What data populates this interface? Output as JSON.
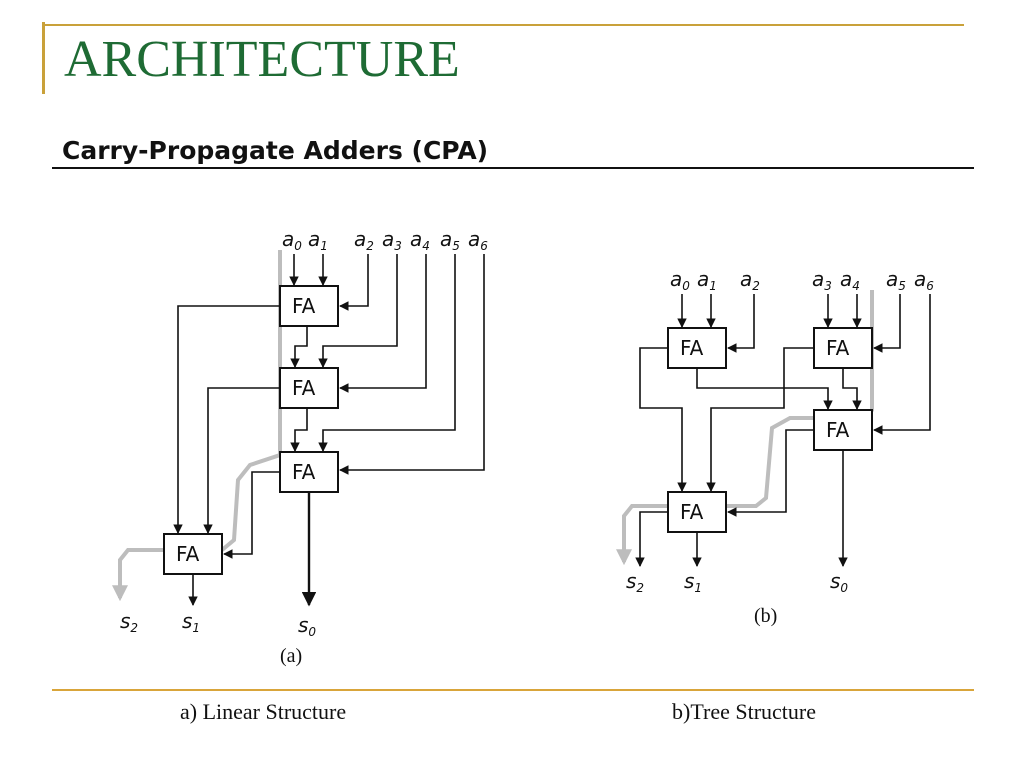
{
  "slide": {
    "title": "ARCHITECTURE",
    "subtitle": "Carry-Propagate Adders (CPA)",
    "caption_a": "a) Linear Structure",
    "caption_b": "b)Tree Structure"
  },
  "diagram": {
    "block_label": "FA",
    "input_base": "a",
    "output_base": "s",
    "panel_a": {
      "panel_label": "(a)",
      "inputs": [
        "0",
        "1",
        "2",
        "3",
        "4",
        "5",
        "6"
      ],
      "outputs": [
        "2",
        "1",
        "0"
      ]
    },
    "panel_b": {
      "panel_label": "(b)",
      "inputs": [
        "0",
        "1",
        "2",
        "3",
        "4",
        "5",
        "6"
      ],
      "outputs": [
        "2",
        "1",
        "0"
      ]
    }
  },
  "colors": {
    "title": "#1e6b34",
    "accent": "#c9a13a",
    "carry_path": "#bdbdbd"
  }
}
